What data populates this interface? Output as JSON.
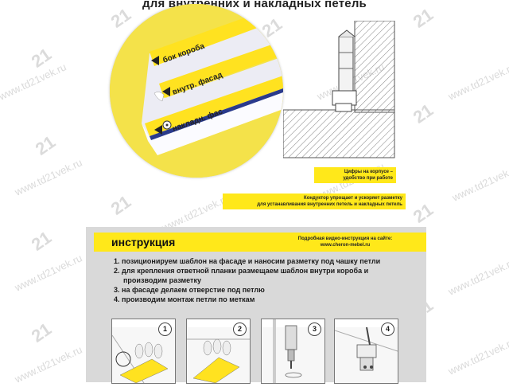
{
  "header": {
    "title": "для внутренних и накладных петель"
  },
  "watermark": {
    "site": "www.td21vek.ru",
    "logo": "21"
  },
  "zoom": {
    "label_box": "бок короба",
    "label_inner": "внутр. фасад",
    "label_overlay": "накладн. фас"
  },
  "callouts": {
    "digits": {
      "line1": "Цифры на корпусе –",
      "line2": "удобство при работе"
    },
    "conductor": {
      "line1": "Кондуктор упрощает и ускоряет разметку",
      "line2": "для устанавливания внутренних петель и накладных петель"
    }
  },
  "instruction": {
    "title": "инструкция",
    "video_line1": "Подробная видео-инструкция на сайте:",
    "video_url": "www.cheron-mebel.ru",
    "steps": [
      {
        "num": "1.",
        "text": "позиционируем шаблон на фасаде и наносим разметку под чашку петли"
      },
      {
        "num": "2.",
        "text": "для крепления ответной планки размещаем шаблон внутри короба  и",
        "cont": "производим разметку"
      },
      {
        "num": "3.",
        "text": " на фасаде делаем отверстие под петлю"
      },
      {
        "num": "4.",
        "text": "производим монтаж петли по меткам"
      }
    ],
    "panels": [
      {
        "badge": "1"
      },
      {
        "badge": "2"
      },
      {
        "badge": "3"
      },
      {
        "badge": "4"
      }
    ]
  },
  "colors": {
    "accent_yellow": "#ffe81a",
    "panel_gray": "#d9d9d9"
  }
}
